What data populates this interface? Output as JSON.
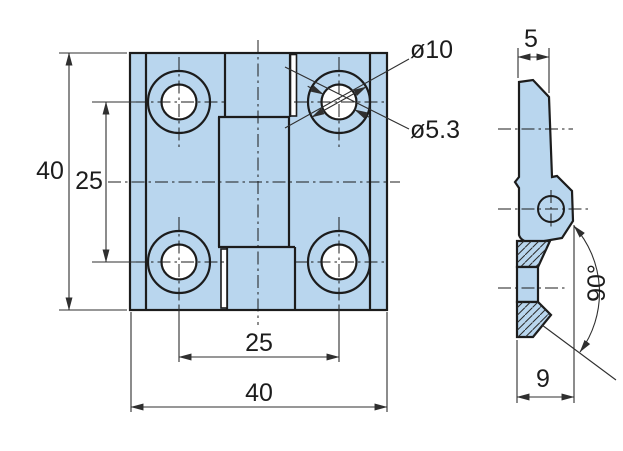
{
  "drawing": {
    "kind": "engineering-drawing",
    "subject": "square hinge, front view and side section view"
  },
  "labels": {
    "front_height": "40",
    "front_hole_spacing_vertical": "25",
    "front_hole_spacing_horizontal": "25",
    "front_width": "40",
    "counterbore_diameter": "ø10",
    "hole_diameter": "ø5.3",
    "side_thickness": "5",
    "side_open_angle": "90°",
    "side_knuckle_depth": "9"
  },
  "colors": {
    "part_fill": "#b9d6ee",
    "line_color": "#1c1c1c",
    "thin_color": "#2f2f2f",
    "hole_fill": "#ffffff",
    "background": "#ffffff"
  }
}
